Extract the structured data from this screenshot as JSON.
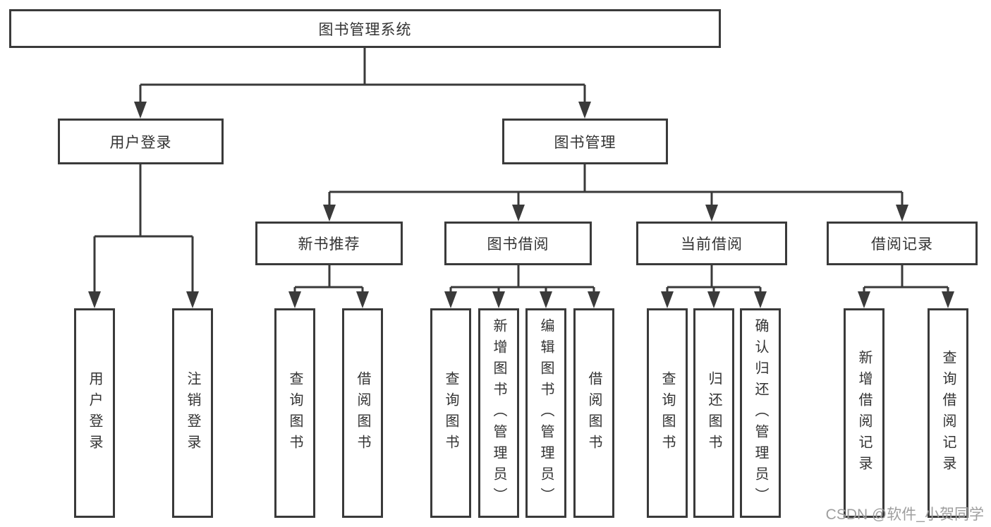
{
  "tree": {
    "root": {
      "label": "图书管理系统"
    },
    "children": [
      {
        "label": "用户登录",
        "children": [
          {
            "label": "用户登录"
          },
          {
            "label": "注销登录"
          }
        ]
      },
      {
        "label": "图书管理",
        "children": [
          {
            "label": "新书推荐",
            "children": [
              {
                "label": "查询图书"
              },
              {
                "label": "借阅图书"
              }
            ]
          },
          {
            "label": "图书借阅",
            "children": [
              {
                "label": "查询图书"
              },
              {
                "label": "新增图书（管理员）"
              },
              {
                "label": "编辑图书（管理员）"
              },
              {
                "label": "借阅图书"
              }
            ]
          },
          {
            "label": "当前借阅",
            "children": [
              {
                "label": "查询图书"
              },
              {
                "label": "归还图书"
              },
              {
                "label": "确认归还（管理员）"
              }
            ]
          },
          {
            "label": "借阅记录",
            "children": [
              {
                "label": "新增借阅记录"
              },
              {
                "label": "查询借阅记录"
              }
            ]
          }
        ]
      }
    ]
  },
  "watermark": "CSDN @软件_小贺同学",
  "colors": {
    "line": "#3a3a3a",
    "text": "#333333",
    "watermark": "#9e9e9e",
    "background": "#ffffff"
  }
}
